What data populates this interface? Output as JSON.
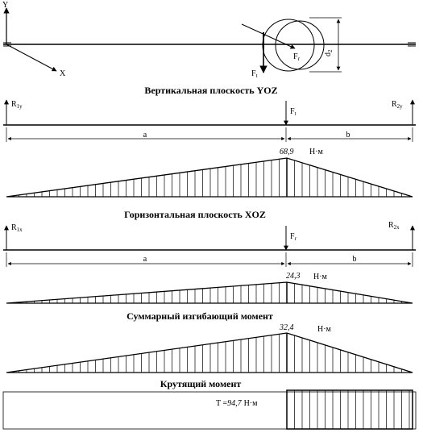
{
  "axes": {
    "y": "Y",
    "x": "X"
  },
  "gear": {
    "ft": "F",
    "ft_sub": "t",
    "fr": "F",
    "fr_sub": "r",
    "d": "d",
    "d_sub": "2"
  },
  "vertical": {
    "title": "Вертикальная плоскость YOZ",
    "r1": "R",
    "r1_sub": "1y",
    "r2": "R",
    "r2_sub": "2y",
    "f": "F",
    "f_sub": "t",
    "a": "a",
    "b": "b",
    "moment": "68,9",
    "unit": "Н·м"
  },
  "horizontal": {
    "title": "Горизонтальная плоскость XOZ",
    "r1": "R",
    "r1_sub": "1x",
    "r2": "R",
    "r2_sub": "2x",
    "f": "F",
    "f_sub": "r",
    "a": "a",
    "b": "b",
    "moment": "24,3",
    "unit": "Н·м"
  },
  "total": {
    "title": "Суммарный изгибающий момент",
    "moment": "32,4",
    "unit": "Н·м"
  },
  "torque": {
    "title": "Крутящий момент",
    "value_prefix": "T =",
    "moment": "94,7",
    "unit": "Н·м"
  }
}
